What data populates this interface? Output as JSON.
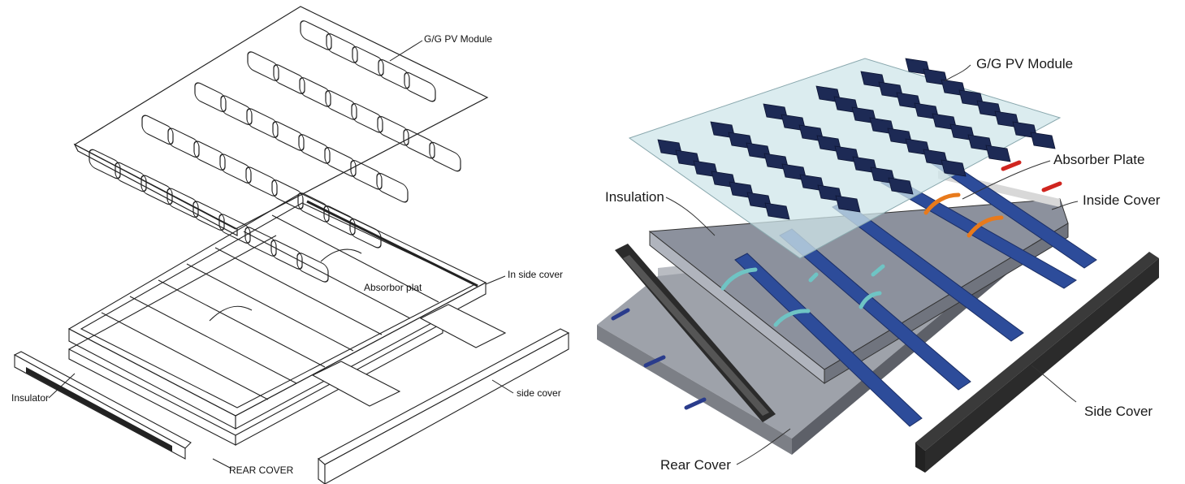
{
  "left_labels": {
    "pv_module": "G/G PV Module",
    "inside_cover": "In side cover",
    "absorber": "Absorbor plat",
    "insulator": "Insulator",
    "side_cover": "side cover",
    "rear_cover": "REAR COVER"
  },
  "right_labels": {
    "pv_module": "G/G PV Module",
    "absorber": "Absorber Plate",
    "insulation": "Insulation",
    "inside_cover": "Inside Cover",
    "side_cover": "Side Cover",
    "rear_cover": "Rear Cover"
  },
  "colors": {
    "line": "#222222",
    "glass": "#cfe6ea",
    "cell": "#1d2a55",
    "tray": "#8a8f9a",
    "tray_dark": "#4a4d55",
    "channel": "#2d4c9a",
    "cover_dark": "#2b2b2b",
    "arrow_in": "#2a3c8c",
    "arrow_out": "#d0251f",
    "arrow_warm": "#e87a1c",
    "arrow_air": "#6fc4c4"
  }
}
